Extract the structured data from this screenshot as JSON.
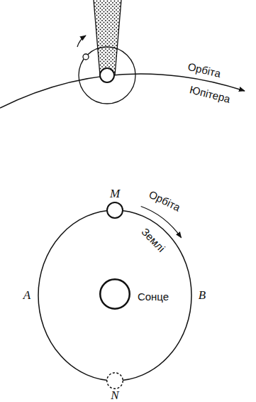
{
  "diagram": {
    "nodes": [
      {
        "text": [
          "M"
        ]
      },
      {
        "text": [
          "Сонце"
        ]
      },
      {
        "text": [
          "N"
        ]
      }
    ],
    "labels": [
      "Орбіта",
      "Юпітера",
      "Орбіта",
      "Землі",
      "A",
      "B"
    ]
  }
}
